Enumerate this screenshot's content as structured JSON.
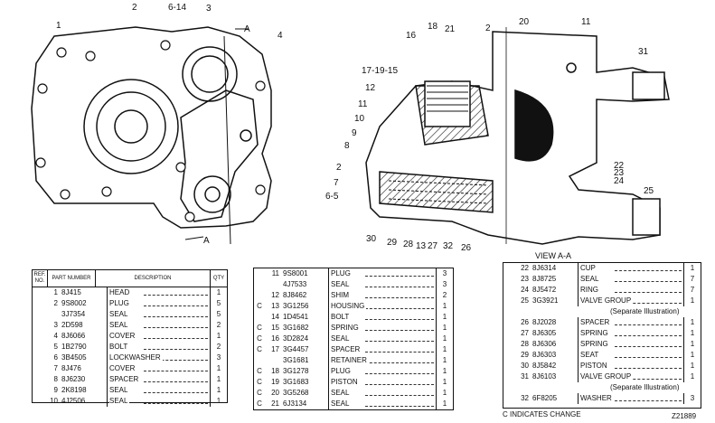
{
  "callouts": {
    "left": [
      {
        "label": "1"
      },
      {
        "label": "2"
      },
      {
        "label": "6-14"
      },
      {
        "label": "3"
      },
      {
        "label": "A"
      },
      {
        "label": "4"
      },
      {
        "label": "A"
      }
    ],
    "right": [
      {
        "label": "16"
      },
      {
        "label": "18"
      },
      {
        "label": "21"
      },
      {
        "label": "2"
      },
      {
        "label": "20"
      },
      {
        "label": "11"
      },
      {
        "label": "31"
      },
      {
        "label": "17-19-15"
      },
      {
        "label": "12"
      },
      {
        "label": "11"
      },
      {
        "label": "10"
      },
      {
        "label": "9"
      },
      {
        "label": "8"
      },
      {
        "label": "2"
      },
      {
        "label": "7"
      },
      {
        "label": "6-5"
      },
      {
        "label": "22"
      },
      {
        "label": "23"
      },
      {
        "label": "24"
      },
      {
        "label": "25"
      },
      {
        "label": "30"
      },
      {
        "label": "29"
      },
      {
        "label": "28"
      },
      {
        "label": "13"
      },
      {
        "label": "27"
      },
      {
        "label": "32"
      },
      {
        "label": "26"
      }
    ],
    "view_label": "VIEW A-A"
  },
  "table_header": {
    "ref": "REF. NO.",
    "part": "PART NUMBER",
    "desc": "DESCRIPTION",
    "qty": "QTY"
  },
  "table1": [
    {
      "c": "",
      "ref": "1",
      "pn": "8J415",
      "desc": "HEAD",
      "qty": "1"
    },
    {
      "c": "",
      "ref": "2",
      "pn": "9S8002",
      "desc": "PLUG",
      "qty": "5"
    },
    {
      "c": "",
      "ref": "",
      "pn": "3J7354",
      "desc": "SEAL",
      "qty": "5"
    },
    {
      "c": "",
      "ref": "3",
      "pn": "2D598",
      "desc": "SEAL",
      "qty": "2"
    },
    {
      "c": "",
      "ref": "4",
      "pn": "8J6066",
      "desc": "COVER",
      "qty": "1"
    },
    {
      "c": "",
      "ref": "5",
      "pn": "1B2790",
      "desc": "BOLT",
      "qty": "2"
    },
    {
      "c": "",
      "ref": "6",
      "pn": "3B4505",
      "desc": "LOCKWASHER",
      "qty": "3"
    },
    {
      "c": "",
      "ref": "7",
      "pn": "8J476",
      "desc": "COVER",
      "qty": "1"
    },
    {
      "c": "",
      "ref": "8",
      "pn": "8J6230",
      "desc": "SPACER",
      "qty": "1"
    },
    {
      "c": "",
      "ref": "9",
      "pn": "2K8198",
      "desc": "SEAL",
      "qty": "1"
    },
    {
      "c": "",
      "ref": "10",
      "pn": "4J2506",
      "desc": "SEAL",
      "qty": "1"
    }
  ],
  "table2": [
    {
      "c": "",
      "ref": "11",
      "pn": "9S8001",
      "desc": "PLUG",
      "qty": "3"
    },
    {
      "c": "",
      "ref": "",
      "pn": "4J7533",
      "desc": "SEAL",
      "qty": "3"
    },
    {
      "c": "",
      "ref": "12",
      "pn": "8J8462",
      "desc": "SHIM",
      "qty": "2"
    },
    {
      "c": "C",
      "ref": "13",
      "pn": "3G1256",
      "desc": "HOUSING",
      "qty": "1"
    },
    {
      "c": "",
      "ref": "14",
      "pn": "1D4541",
      "desc": "BOLT",
      "qty": "1"
    },
    {
      "c": "C",
      "ref": "15",
      "pn": "3G1682",
      "desc": "SPRING",
      "qty": "1"
    },
    {
      "c": "C",
      "ref": "16",
      "pn": "3D2824",
      "desc": "SEAL",
      "qty": "1"
    },
    {
      "c": "C",
      "ref": "17",
      "pn": "3G4457",
      "desc": "SPACER",
      "qty": "1"
    },
    {
      "c": "",
      "ref": "",
      "pn": "3G1681",
      "desc": "RETAINER",
      "qty": "1"
    },
    {
      "c": "C",
      "ref": "18",
      "pn": "3G1278",
      "desc": "PLUG",
      "qty": "1"
    },
    {
      "c": "C",
      "ref": "19",
      "pn": "3G1683",
      "desc": "PISTON",
      "qty": "1"
    },
    {
      "c": "C",
      "ref": "20",
      "pn": "3G5268",
      "desc": "SEAL",
      "qty": "1"
    },
    {
      "c": "C",
      "ref": "21",
      "pn": "6J3134",
      "desc": "SEAL",
      "qty": "1"
    }
  ],
  "table3": [
    {
      "c": "",
      "ref": "22",
      "pn": "8J6314",
      "desc": "CUP",
      "qty": "1",
      "sub": ""
    },
    {
      "c": "",
      "ref": "23",
      "pn": "8J8725",
      "desc": "SEAL",
      "qty": "7",
      "sub": ""
    },
    {
      "c": "",
      "ref": "24",
      "pn": "8J5472",
      "desc": "RING",
      "qty": "7",
      "sub": ""
    },
    {
      "c": "",
      "ref": "25",
      "pn": "3G3921",
      "desc": "VALVE GROUP",
      "qty": "1",
      "sub": "(Separate Illustration)"
    },
    {
      "c": "",
      "ref": "26",
      "pn": "8J2028",
      "desc": "SPACER",
      "qty": "1",
      "sub": ""
    },
    {
      "c": "",
      "ref": "27",
      "pn": "8J6305",
      "desc": "SPRING",
      "qty": "1",
      "sub": ""
    },
    {
      "c": "",
      "ref": "28",
      "pn": "8J6306",
      "desc": "SPRING",
      "qty": "1",
      "sub": ""
    },
    {
      "c": "",
      "ref": "29",
      "pn": "8J6303",
      "desc": "SEAT",
      "qty": "1",
      "sub": ""
    },
    {
      "c": "",
      "ref": "30",
      "pn": "8J5842",
      "desc": "PISTON",
      "qty": "1",
      "sub": ""
    },
    {
      "c": "",
      "ref": "31",
      "pn": "8J6103",
      "desc": "VALVE GROUP",
      "qty": "1",
      "sub": "(Separate Illustration)"
    },
    {
      "c": "",
      "ref": "32",
      "pn": "6F8205",
      "desc": "WASHER",
      "qty": "3",
      "sub": ""
    }
  ],
  "footnote": "C INDICATES CHANGE",
  "figure_code": "Z21889"
}
